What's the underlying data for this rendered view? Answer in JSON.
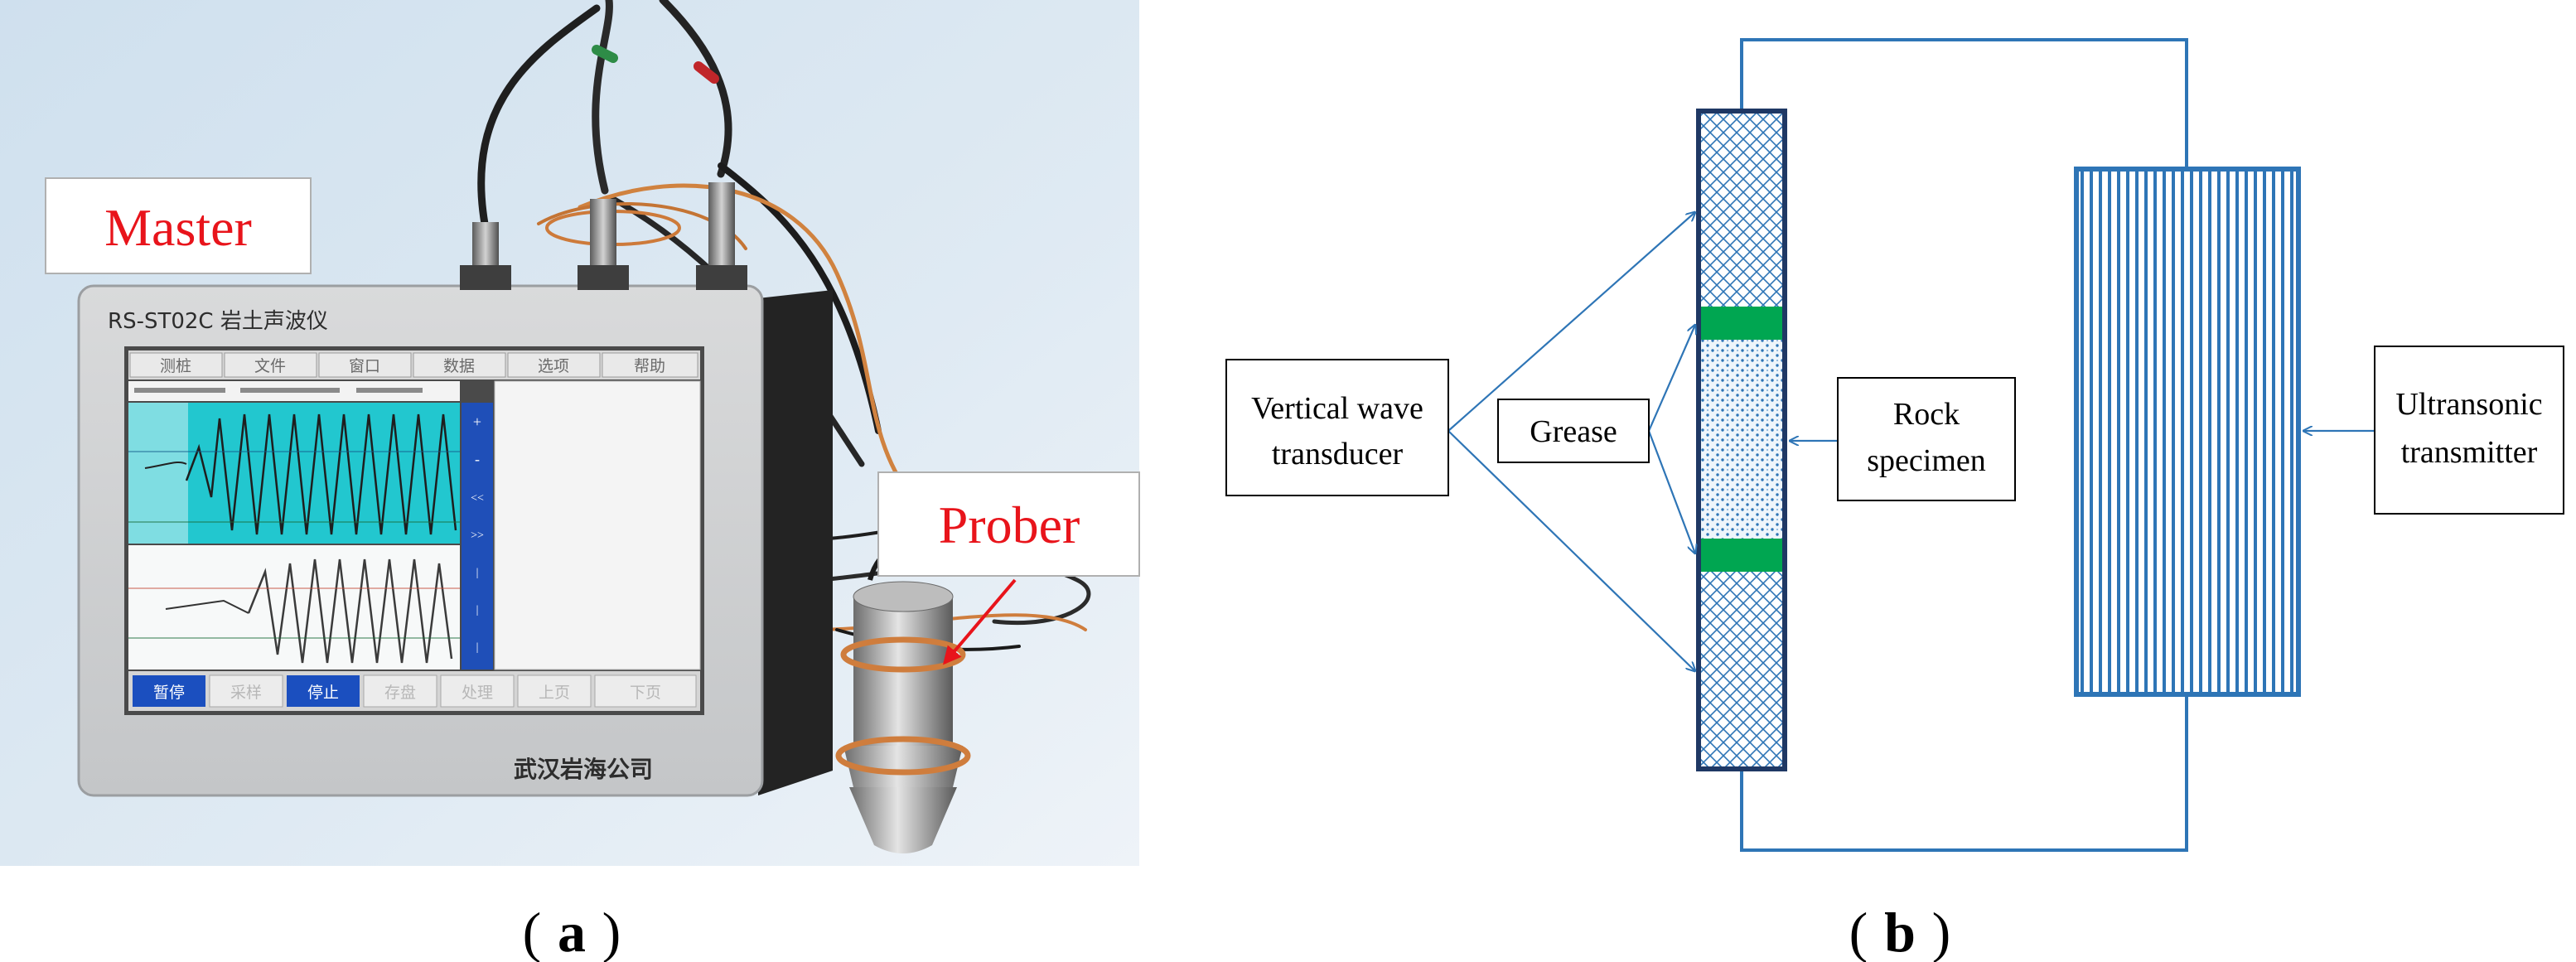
{
  "panel_a": {
    "caption_open": "(",
    "caption_letter": "a",
    "caption_close": ")",
    "master_label": "Master",
    "prober_label": "Prober",
    "device_model": "RS-ST02C 岩土声波仪",
    "device_maker": "武汉岩海公司",
    "screen": {
      "top_menu": [
        "测桩",
        "文件",
        "窗口",
        "数据",
        "选项",
        "帮助"
      ],
      "bottom_menu": [
        "暂停",
        "采样",
        "停止",
        "存盘",
        "处理",
        "上页",
        "下页"
      ],
      "info_fields": [
        "",
        "",
        ""
      ],
      "side_buttons": [
        "+",
        "-",
        "<<",
        ">>",
        "|",
        "|",
        "|"
      ]
    },
    "colors": {
      "callout_text": "#e8141b",
      "screen_cyan": "#22c7cf",
      "button_blue": "#1b4fbf"
    }
  },
  "panel_b": {
    "caption_open": "(",
    "caption_letter": "b",
    "caption_close": ")",
    "labels": {
      "transducer_line1": "Vertical wave",
      "transducer_line2": "transducer",
      "grease": "Grease",
      "rock_line1": "Rock",
      "rock_line2": "specimen",
      "ultrasonic_line1": "Ultransonic",
      "ultrasonic_line2": "transmitter"
    },
    "colors": {
      "line": "#2e75b6",
      "border": "#1f3864",
      "grease": "#00a651",
      "transmitter": "#2e75b6"
    }
  }
}
